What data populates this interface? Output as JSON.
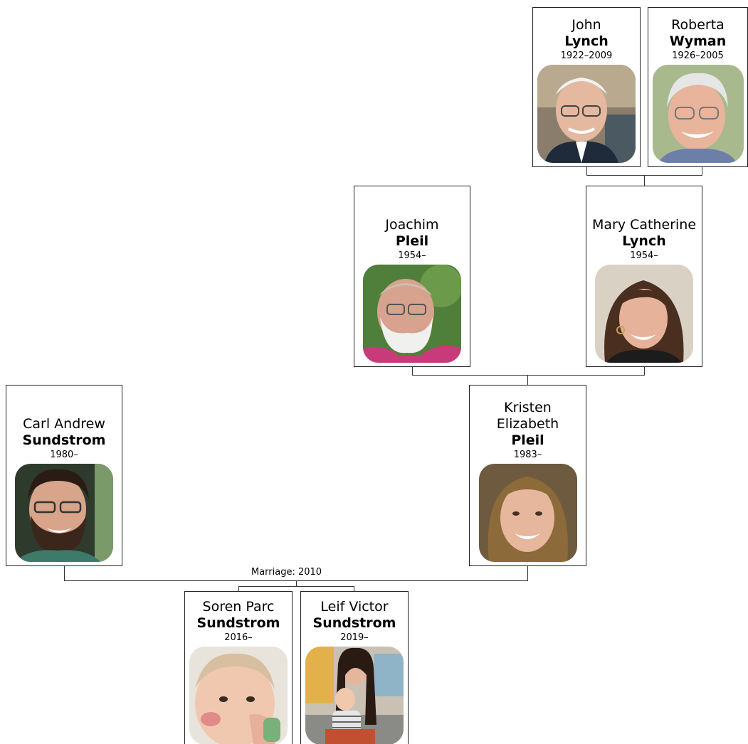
{
  "people": {
    "john": {
      "first": "John",
      "last": "Lynch",
      "dates": "1922–2009",
      "photo": "photo-elderly-man-glasses"
    },
    "roberta": {
      "first": "Roberta",
      "last": "Wyman",
      "dates": "1926–2005",
      "photo": "photo-elderly-woman-glasses"
    },
    "joachim": {
      "first": "Joachim",
      "last": "Pleil",
      "dates": "1954–",
      "photo": "photo-bearded-man-glasses"
    },
    "mary": {
      "first": "Mary Catherine",
      "last": "Lynch",
      "dates": "1954–",
      "photo": "photo-woman-brown-hair"
    },
    "carl": {
      "first": "Carl Andrew",
      "last": "Sundstrom",
      "dates": "1980–",
      "photo": "photo-man-beard-glasses"
    },
    "kristen": {
      "first": "Kristen Elizabeth",
      "last": "Pleil",
      "dates": "1983–",
      "photo": "photo-woman-smiling"
    },
    "soren": {
      "first": "Soren Parc",
      "last": "Sundstrom",
      "dates": "2016–",
      "photo": "photo-baby"
    },
    "leif": {
      "first": "Leif Victor",
      "last": "Sundstrom",
      "dates": "2019–",
      "photo": "photo-woman-with-toddler"
    }
  },
  "marriage_label": "Marriage: 2010",
  "colors": {
    "border": "#222222",
    "connector": "#333333"
  }
}
